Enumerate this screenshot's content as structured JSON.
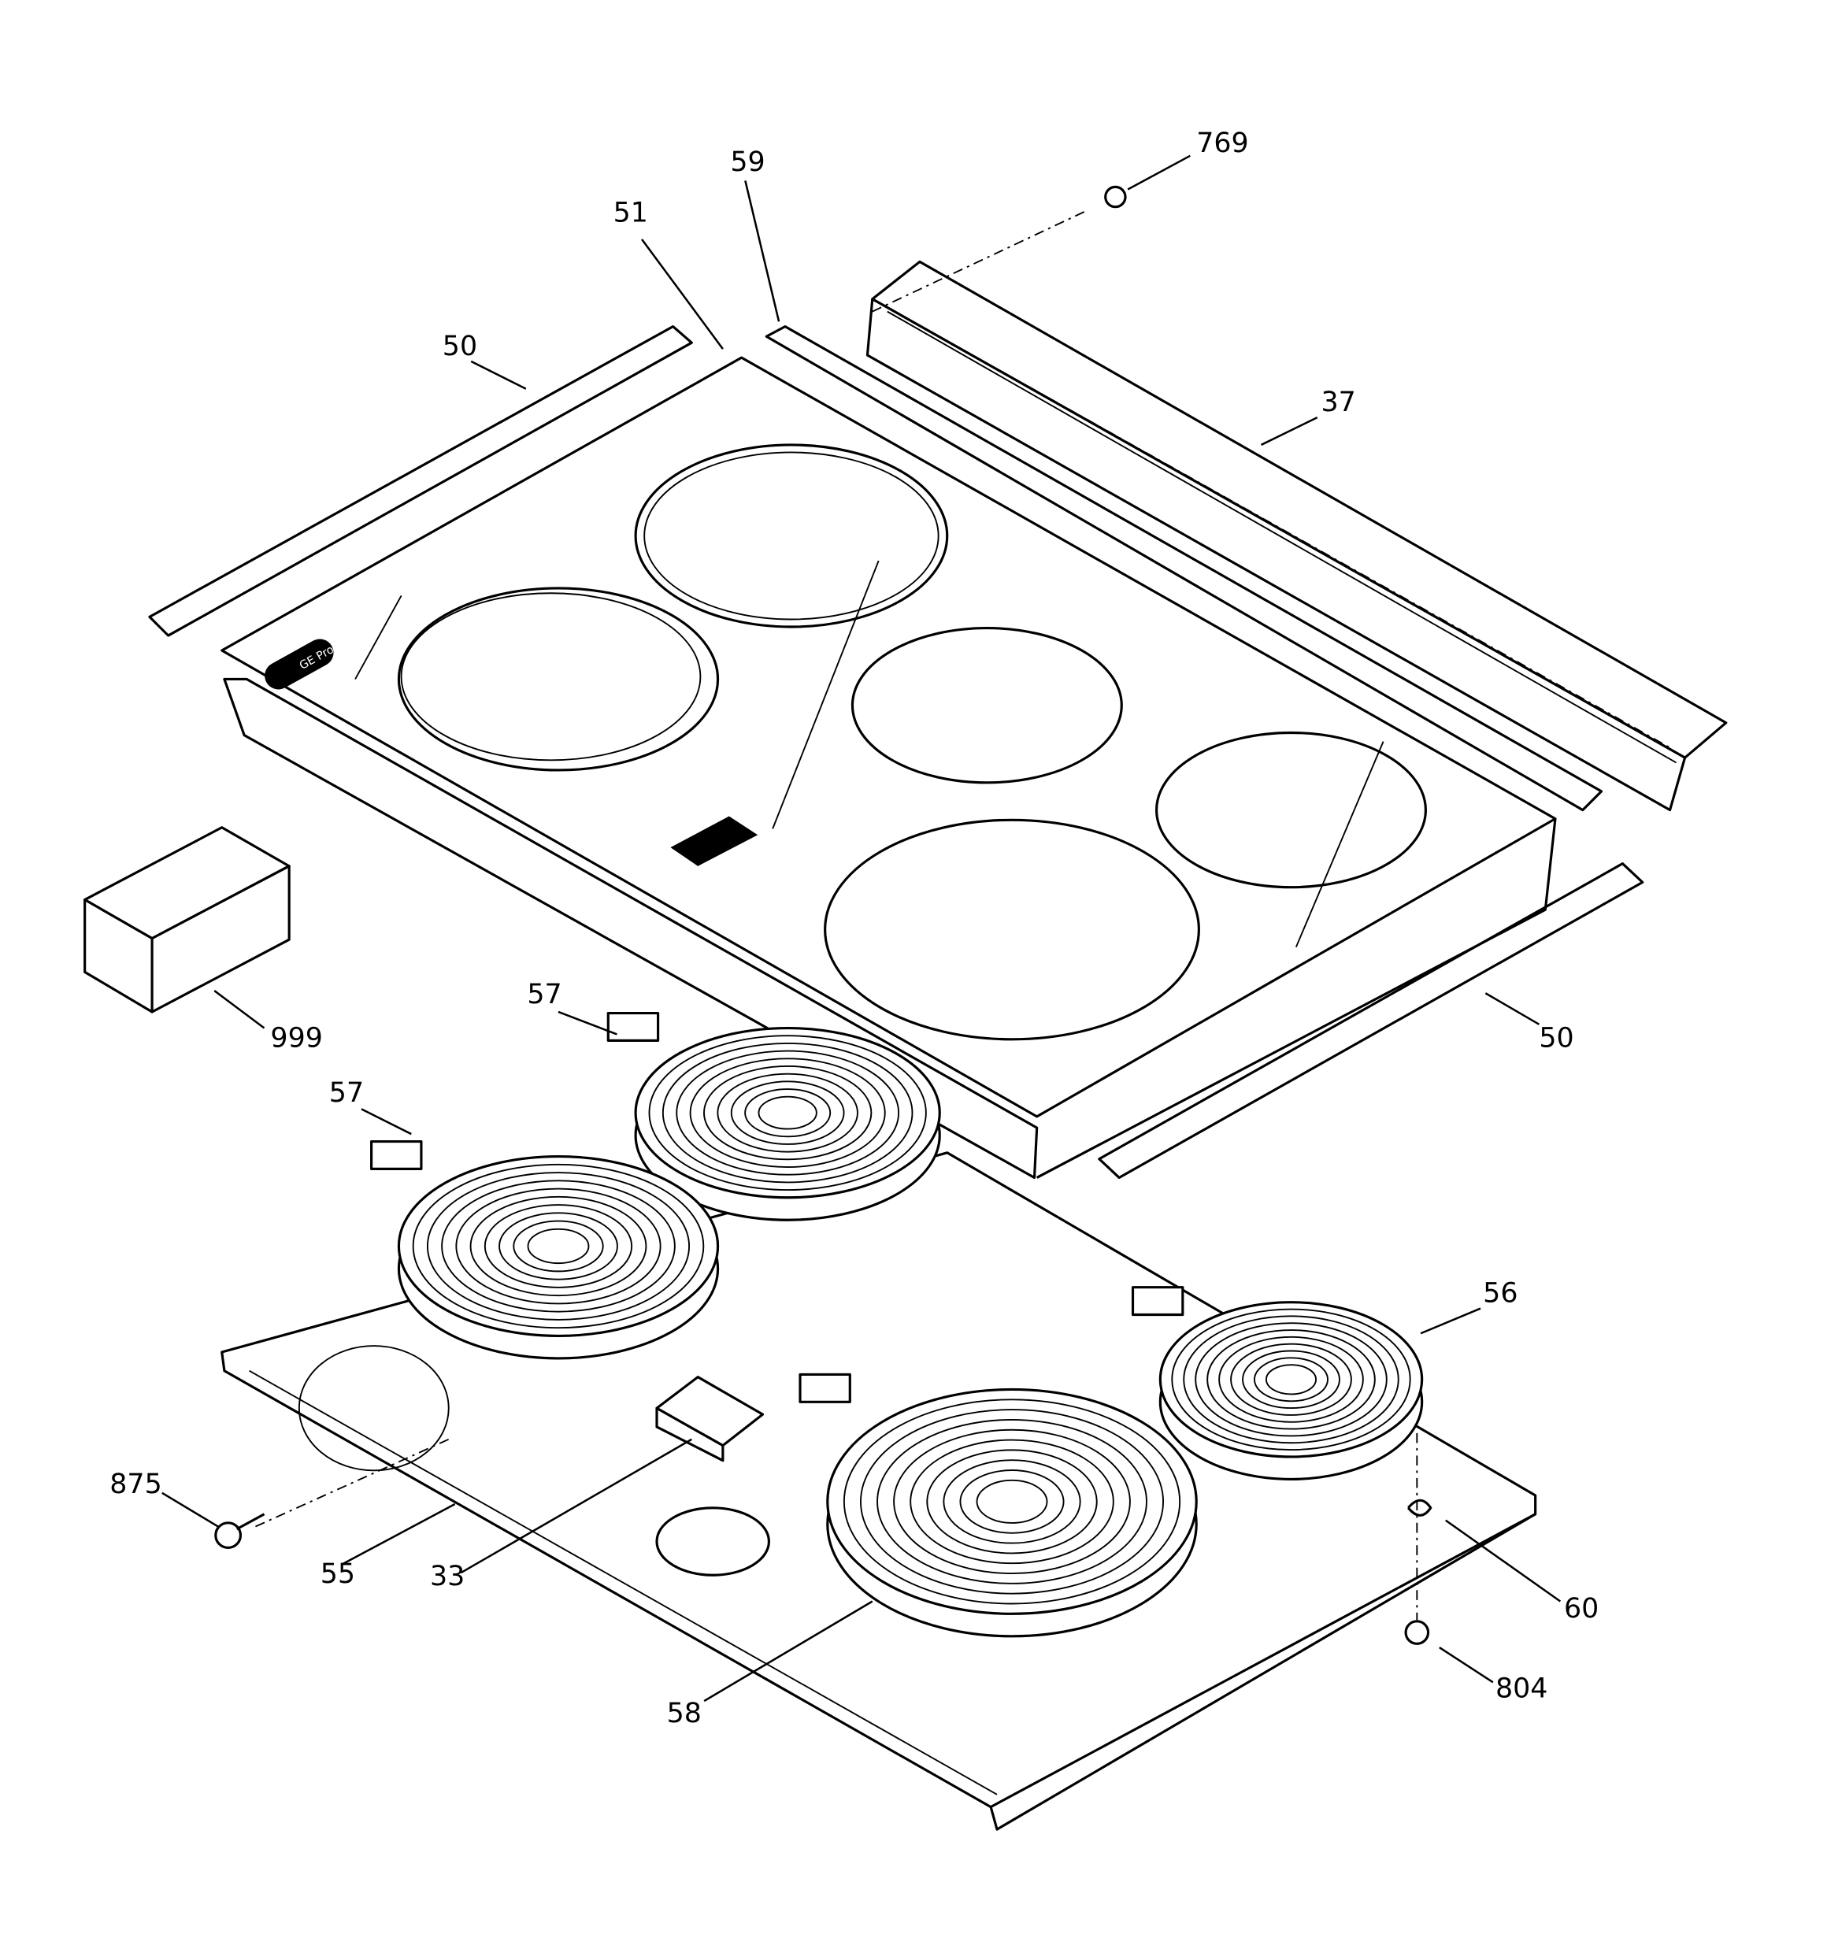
{
  "diagram": {
    "type": "exploded parts diagram",
    "labels": [
      "769",
      "59",
      "51",
      "50",
      "37",
      "50",
      "999",
      "57",
      "57",
      "56",
      "875",
      "55",
      "33",
      "60",
      "804",
      "58"
    ]
  },
  "cooktop": {
    "logo_text": "GE Profile"
  }
}
